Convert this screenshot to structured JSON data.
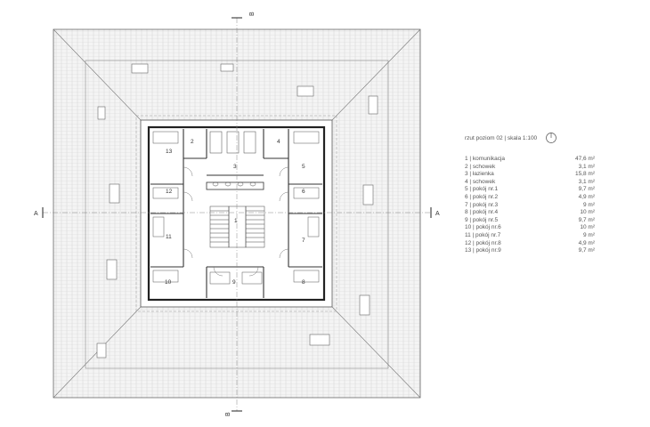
{
  "drawing": {
    "section_a_left": "A",
    "section_a_right": "A",
    "section_b_top": "B",
    "section_b_bottom": "B"
  },
  "room_labels": [
    "1",
    "2",
    "3",
    "4",
    "5",
    "6",
    "7",
    "8",
    "9",
    "10",
    "11",
    "12",
    "13"
  ],
  "legend": {
    "title": "rzut poziom 02 | skala 1:100",
    "rooms": [
      {
        "name": "1 | komunikacja",
        "area": "47,6 m²"
      },
      {
        "name": "2 | schowek",
        "area": "3,1 m²"
      },
      {
        "name": "3 | łazienka",
        "area": "15,8 m²"
      },
      {
        "name": "4 | schowek",
        "area": "3,1 m²"
      },
      {
        "name": "5 | pokój nr.1",
        "area": "9,7 m²"
      },
      {
        "name": "6 | pokój nr.2",
        "area": "4,9 m²"
      },
      {
        "name": "7 | pokój nr.3",
        "area": "9 m²"
      },
      {
        "name": "8 | pokój nr.4",
        "area": "10 m²"
      },
      {
        "name": "9 | pokój nr.5",
        "area": "9,7 m²"
      },
      {
        "name": "10 | pokój nr.6",
        "area": "10 m²"
      },
      {
        "name": "11 | pokój nr.7",
        "area": "9 m²"
      },
      {
        "name": "12 | pokój nr.8",
        "area": "4,9 m²"
      },
      {
        "name": "13 | pokój nr.9",
        "area": "9,7 m²"
      }
    ]
  }
}
